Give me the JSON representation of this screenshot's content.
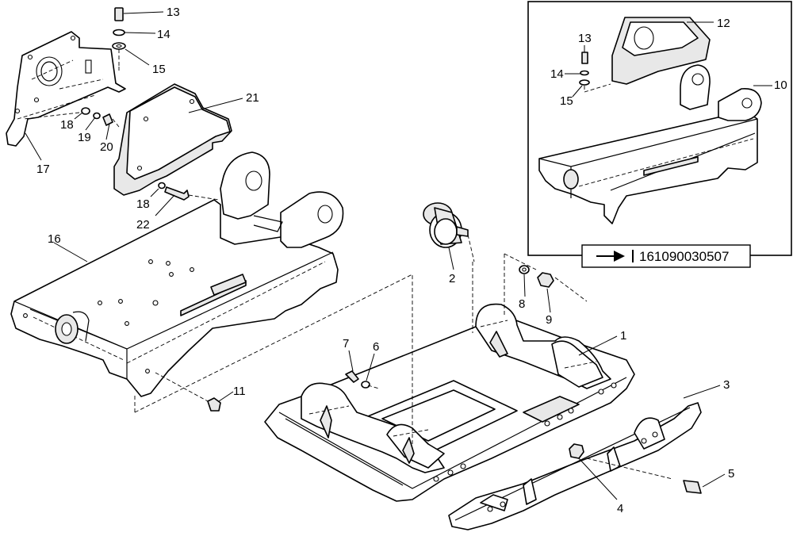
{
  "callouts": {
    "c1": "1",
    "c2": "2",
    "c3": "3",
    "c4": "4",
    "c5": "5",
    "c6": "6",
    "c7": "7",
    "c8": "8",
    "c9": "9",
    "c10": "10",
    "c11": "11",
    "c12": "12",
    "c13": "13",
    "c14": "14",
    "c15": "15",
    "c16": "16",
    "c17": "17",
    "c18a": "18",
    "c18b": "18",
    "c19": "19",
    "c20": "20",
    "c21": "21",
    "c22": "22",
    "i13": "13",
    "i14": "14",
    "i15": "15"
  },
  "reference": {
    "code": "161090030507"
  }
}
